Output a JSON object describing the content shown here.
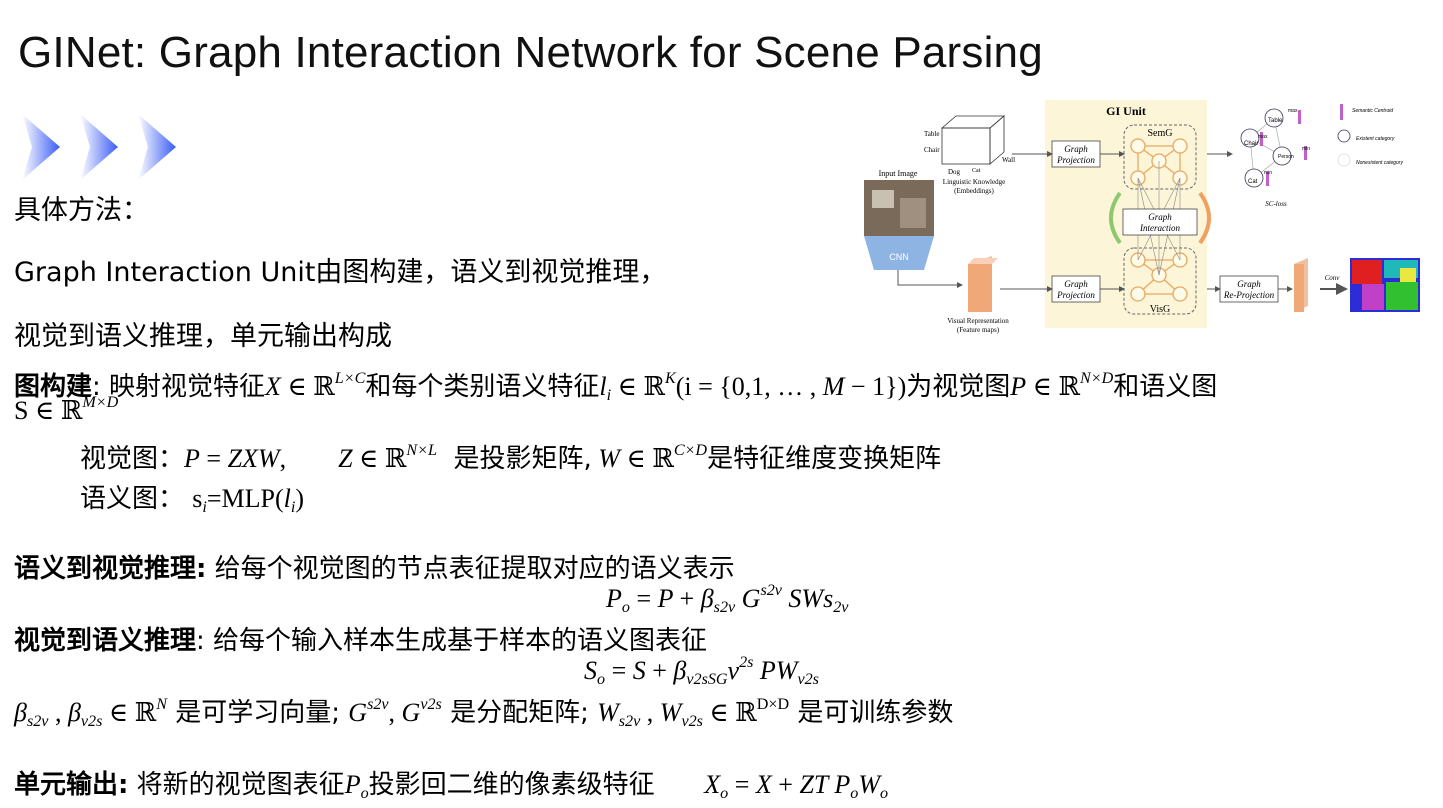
{
  "title": "GINet: Graph Interaction Network for Scene Parsing",
  "intro": {
    "heading": "具体方法：",
    "line2": "Graph Interaction Unit由图构建，语义到视觉推理，",
    "line3": "视觉到语义推理，单元输出构成"
  },
  "graph_construction": {
    "label": "图构建",
    "text_a": ": 映射视觉特征",
    "text_b": "和每个类别语义特征",
    "text_c": "为视觉图",
    "text_d": "和语义图",
    "visual_graph_label": "视觉图：",
    "visual_graph_desc1": "是投影矩阵,",
    "visual_graph_desc2": "是特征维度变换矩阵",
    "semantic_graph_label": "语义图：",
    "mlp": "=MLP("
  },
  "s2v": {
    "label": "语义到视觉推理:",
    "text": "给每个视觉图的节点表征提取对应的语义表示"
  },
  "v2s": {
    "label": "视觉到语义推理",
    "text": ": 给每个输入样本生成基于样本的语义图表征"
  },
  "params": {
    "learnable": "是可学习向量;",
    "assign": "是分配矩阵;",
    "trainable": "是可训练参数"
  },
  "output": {
    "label": "单元输出:",
    "text_a": "将新的视觉图表征",
    "text_b": "投影回二维的像素级特征"
  },
  "diagram": {
    "gi_unit": "GI Unit",
    "semg": "SemG",
    "visg": "VisG",
    "graph_projection": "Graph Projection",
    "graph_interaction": "Graph Interaction",
    "graph_reprojection": "Graph Re-Projection",
    "input_image": "Input Image",
    "cnn": "CNN",
    "linguistic": "Linguistic Knowledge",
    "embeddings": "(Embeddings)",
    "visual_rep": "Visual Representation",
    "feature_maps": "(Feature maps)",
    "table": "Table",
    "chair": "Chair",
    "dog": "Dog",
    "cat": "Cat",
    "wall": "Wall",
    "person": "Person",
    "max": "max",
    "min": "min",
    "sc_loss": "SC-loss",
    "semantic_centroid": "Semantic Centroid",
    "existent": "Existent category",
    "nonexistent": "Nonexistent category",
    "conv": "Conv"
  },
  "colors": {
    "arrow_blue": "#4a6cf7",
    "node_orange": "#e8a860",
    "box_fill": "#fdf5d8",
    "cnn_blue": "#8eb4e3",
    "feature_orange": "#f0a878",
    "centroid_purple": "#c060c8"
  }
}
